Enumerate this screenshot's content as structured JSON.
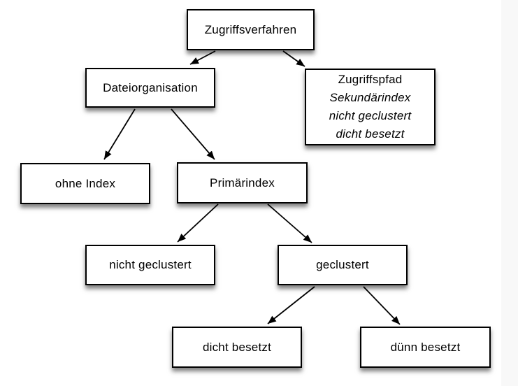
{
  "colors": {
    "background": "#ffffff",
    "right_edge_strip": "#f8f8f8",
    "box_fill": "#ffffff",
    "box_border": "#000000",
    "text": "#000000",
    "arrow": "#000000"
  },
  "nodes": {
    "root": {
      "label": "Zugriffsverfahren"
    },
    "dateiorganisation": {
      "label": "Dateiorganisation"
    },
    "zugriffspfad": {
      "lines": [
        "Zugriffspfad",
        "Sekundärindex",
        "nicht geclustert",
        "dicht besetzt"
      ]
    },
    "ohne_index": {
      "label": "ohne Index"
    },
    "primaerindex": {
      "label": "Primärindex"
    },
    "nicht_geclustert": {
      "label": "nicht geclustert"
    },
    "geclustert": {
      "label": "geclustert"
    },
    "dicht_besetzt": {
      "label": "dicht besetzt"
    },
    "duenn_besetzt": {
      "label": "dünn besetzt"
    }
  },
  "edges": [
    {
      "from": "Zugriffsverfahren",
      "to": "Dateiorganisation"
    },
    {
      "from": "Zugriffsverfahren",
      "to": "Zugriffspfad"
    },
    {
      "from": "Dateiorganisation",
      "to": "ohne Index"
    },
    {
      "from": "Dateiorganisation",
      "to": "Primärindex"
    },
    {
      "from": "Primärindex",
      "to": "nicht geclustert"
    },
    {
      "from": "Primärindex",
      "to": "geclustert"
    },
    {
      "from": "geclustert",
      "to": "dicht besetzt"
    },
    {
      "from": "geclustert",
      "to": "dünn besetzt"
    }
  ]
}
